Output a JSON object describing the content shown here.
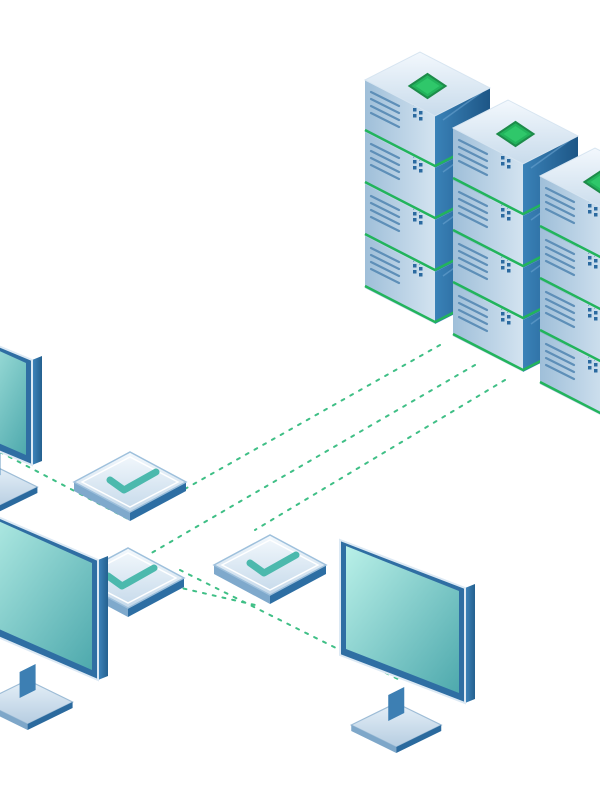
{
  "diagram": {
    "kind": "isometric network illustration",
    "colors": {
      "background": "#ffffff",
      "connection": "#3fbf86",
      "accent_green": "#22b45c",
      "accent_green_light": "#7fe0a0",
      "server_top_light": "#eaf3fb",
      "server_top_dark": "#c9dcec",
      "server_left": "#b9d2e6",
      "server_right": "#2c6fa5",
      "server_right_dark": "#1f5a8c",
      "screen_light": "#a9ebe2",
      "screen_dark": "#5cb7b7",
      "monitor_frame": "#2f6ea3",
      "monitor_frame_light": "#dce9f4",
      "check": "#4cb9ad"
    },
    "icons": [
      "server-icon",
      "monitor-icon",
      "checkmark-icon"
    ],
    "counts": {
      "server_racks": 3,
      "server_units_per_rack": 4,
      "monitors": 3,
      "checkmark_tiles": 3
    }
  }
}
